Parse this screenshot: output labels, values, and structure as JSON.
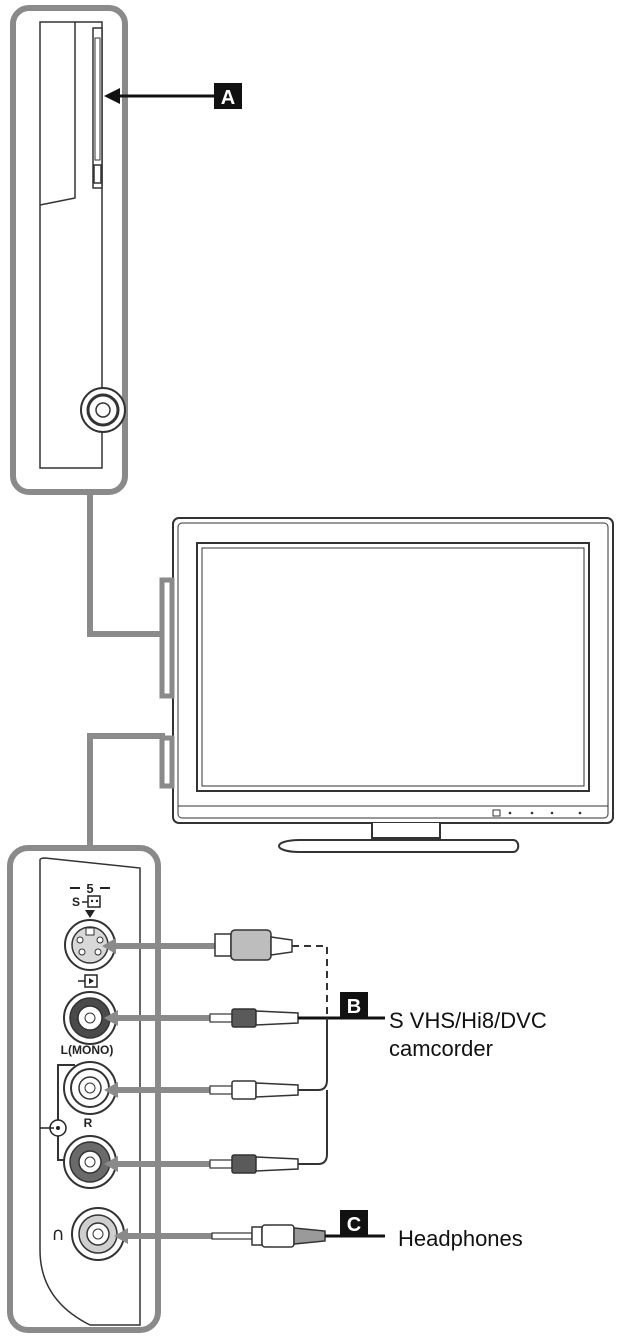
{
  "badges": {
    "a": "A",
    "b": "B",
    "c": "C"
  },
  "panel_labels": {
    "input_number": "5",
    "s_video": "S",
    "left_mono": "L(MONO)",
    "right": "R"
  },
  "devices": {
    "camcorder_line1": "S VHS/Hi8/DVC",
    "camcorder_line2": "camcorder",
    "headphones": "Headphones"
  },
  "colors": {
    "outline": "#333333",
    "panel_border": "#8a8a8a",
    "cable": "#9a9a9a",
    "badge_bg": "#111111"
  },
  "icons": {
    "headphone_glyph": "∩"
  }
}
